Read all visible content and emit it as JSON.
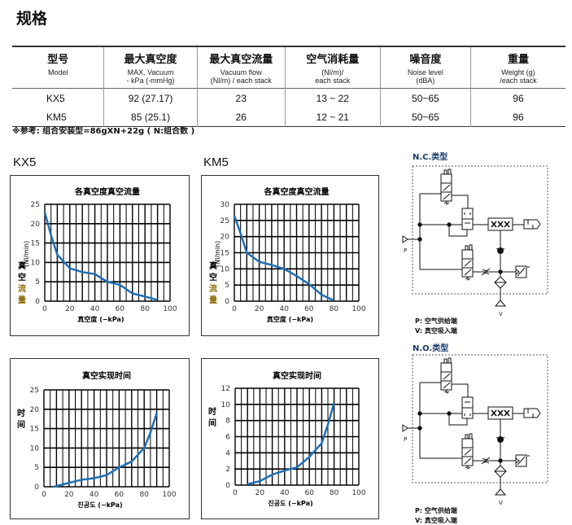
{
  "title": "规格",
  "table": {
    "headers": [
      {
        "cn": "型号",
        "en": [
          "Model"
        ]
      },
      {
        "cn": "最大真空度",
        "en": [
          "MAX. Vacuum",
          "- kPa (-mmHg)"
        ]
      },
      {
        "cn": "最大真空流量",
        "en": [
          "Vacuum flow",
          "(Nl/m) / each stack"
        ]
      },
      {
        "cn": "空气消耗量",
        "en": [
          "(Nl/m)/",
          "each stack"
        ]
      },
      {
        "cn": "噪音度",
        "en": [
          "Noise level",
          "(dBA)"
        ]
      },
      {
        "cn": "重量",
        "en": [
          "Weight (g)",
          "/each stack"
        ]
      }
    ],
    "rows": [
      [
        "KX5",
        "92 (27.17)",
        "23",
        "13 ~ 22",
        "50~65",
        "96"
      ],
      [
        "KM5",
        "85 (25.1)",
        "26",
        "12 ~ 21",
        "50~65",
        "96"
      ]
    ],
    "note": "※参考: 组合安装型=86gXN+22g ( N:组合数 )"
  },
  "models": [
    "KX5",
    "KM5"
  ],
  "colors": {
    "curve": "#1f6fb5",
    "grid": "#000000"
  },
  "chart_data": [
    {
      "type": "line",
      "model": "KX5",
      "title": "各真空度真空流量",
      "xlabel": "真空度 (−kPa)",
      "ylabel": "真空流量",
      "yunit": "(Nl/min)",
      "xlim": [
        0,
        100
      ],
      "ylim": [
        0,
        25
      ],
      "xticks": [
        0,
        20,
        40,
        60,
        80,
        100
      ],
      "yticks": [
        0,
        5,
        10,
        15,
        20,
        25
      ],
      "grid": true,
      "x": [
        0,
        5,
        10,
        20,
        30,
        40,
        50,
        60,
        70,
        80,
        90
      ],
      "y": [
        23,
        17,
        12,
        8.5,
        7.5,
        7,
        5,
        4.2,
        2,
        1.2,
        0.3
      ]
    },
    {
      "type": "line",
      "model": "KM5",
      "title": "各真空度真空流量",
      "xlabel": "真空度 (−kPa)",
      "ylabel": "真空流量",
      "yunit": "(Nl/min)",
      "xlim": [
        0,
        100
      ],
      "ylim": [
        0,
        30
      ],
      "xticks": [
        0,
        20,
        40,
        60,
        80,
        100
      ],
      "yticks": [
        0,
        5,
        10,
        15,
        20,
        25,
        30
      ],
      "grid": true,
      "x": [
        0,
        5,
        10,
        20,
        30,
        40,
        50,
        60,
        70,
        80
      ],
      "y": [
        26.5,
        21,
        15,
        12.2,
        11.2,
        10,
        7.8,
        5.3,
        2,
        0.2
      ]
    },
    {
      "type": "line",
      "model": "KX5",
      "title": "真空实现时间",
      "xlabel": "진공도 (−kPa)",
      "ylabel": "时间",
      "yunit": "",
      "xlim": [
        0,
        100
      ],
      "ylim": [
        0,
        25
      ],
      "xticks": [
        0,
        20,
        40,
        60,
        80,
        100
      ],
      "yticks": [
        0,
        5,
        10,
        15,
        20,
        25
      ],
      "grid": true,
      "x": [
        8,
        20,
        30,
        40,
        50,
        60,
        70,
        80,
        85,
        90
      ],
      "y": [
        0,
        1,
        1.8,
        2.2,
        3,
        5,
        6.5,
        10,
        14,
        19
      ]
    },
    {
      "type": "line",
      "model": "KM5",
      "title": "真空实现时间",
      "xlabel": "진공도 (−kPa)",
      "ylabel": "时间",
      "yunit": "",
      "xlim": [
        0,
        100
      ],
      "ylim": [
        0,
        12
      ],
      "xticks": [
        0,
        20,
        40,
        60,
        80,
        100
      ],
      "yticks": [
        0,
        2,
        4,
        6,
        8,
        10,
        12
      ],
      "grid": true,
      "x": [
        10,
        20,
        30,
        40,
        50,
        60,
        70,
        75,
        80
      ],
      "y": [
        0.1,
        0.5,
        1.3,
        1.8,
        2.2,
        3.5,
        5.2,
        7.5,
        10.2
      ]
    }
  ],
  "diagrams": [
    {
      "title": "N.C.类型",
      "port_p": "P",
      "port_v": "V",
      "legend": [
        "P: 空气供给端",
        "V: 真空吸入端"
      ]
    },
    {
      "title": "N.O.类型",
      "port_p": "P",
      "port_v": "V",
      "legend": [
        "P: 空气供给端",
        "V: 真空吸入端"
      ]
    }
  ]
}
